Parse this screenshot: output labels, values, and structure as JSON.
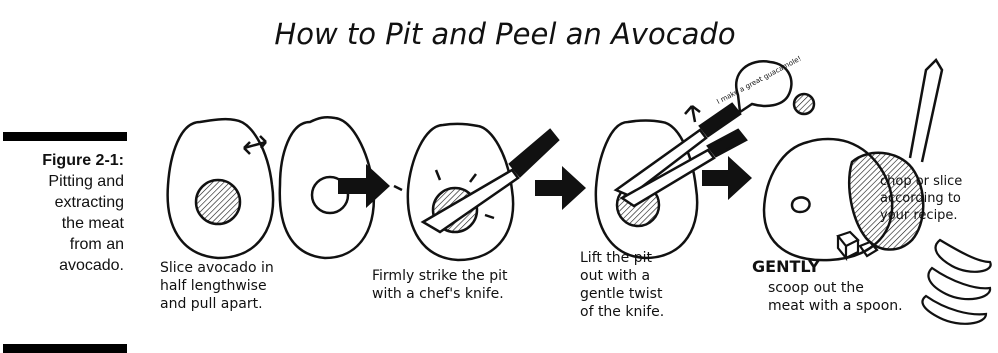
{
  "caption": {
    "label": "Figure 2-1:",
    "text": "Pitting and\nextracting\nthe meat\nfrom an\navocado."
  },
  "illustration": {
    "title": "How to Pit and Peel an Avocado",
    "bubble_text": "I make a great guacamole!",
    "steps": [
      {
        "lines": [
          "Slice avocado in",
          "half lengthwise",
          "and pull apart."
        ]
      },
      {
        "lines": [
          "Firmly strike the pit",
          "with a chef's knife."
        ]
      },
      {
        "lines": [
          "Lift the pit",
          "out with a",
          "gentle twist",
          "of the knife."
        ]
      },
      {
        "lines": [
          "GENTLY",
          "scoop out the",
          "meat with a spoon."
        ]
      },
      {
        "lines": [
          "chop or slice",
          "according to",
          "your recipe."
        ]
      }
    ]
  }
}
